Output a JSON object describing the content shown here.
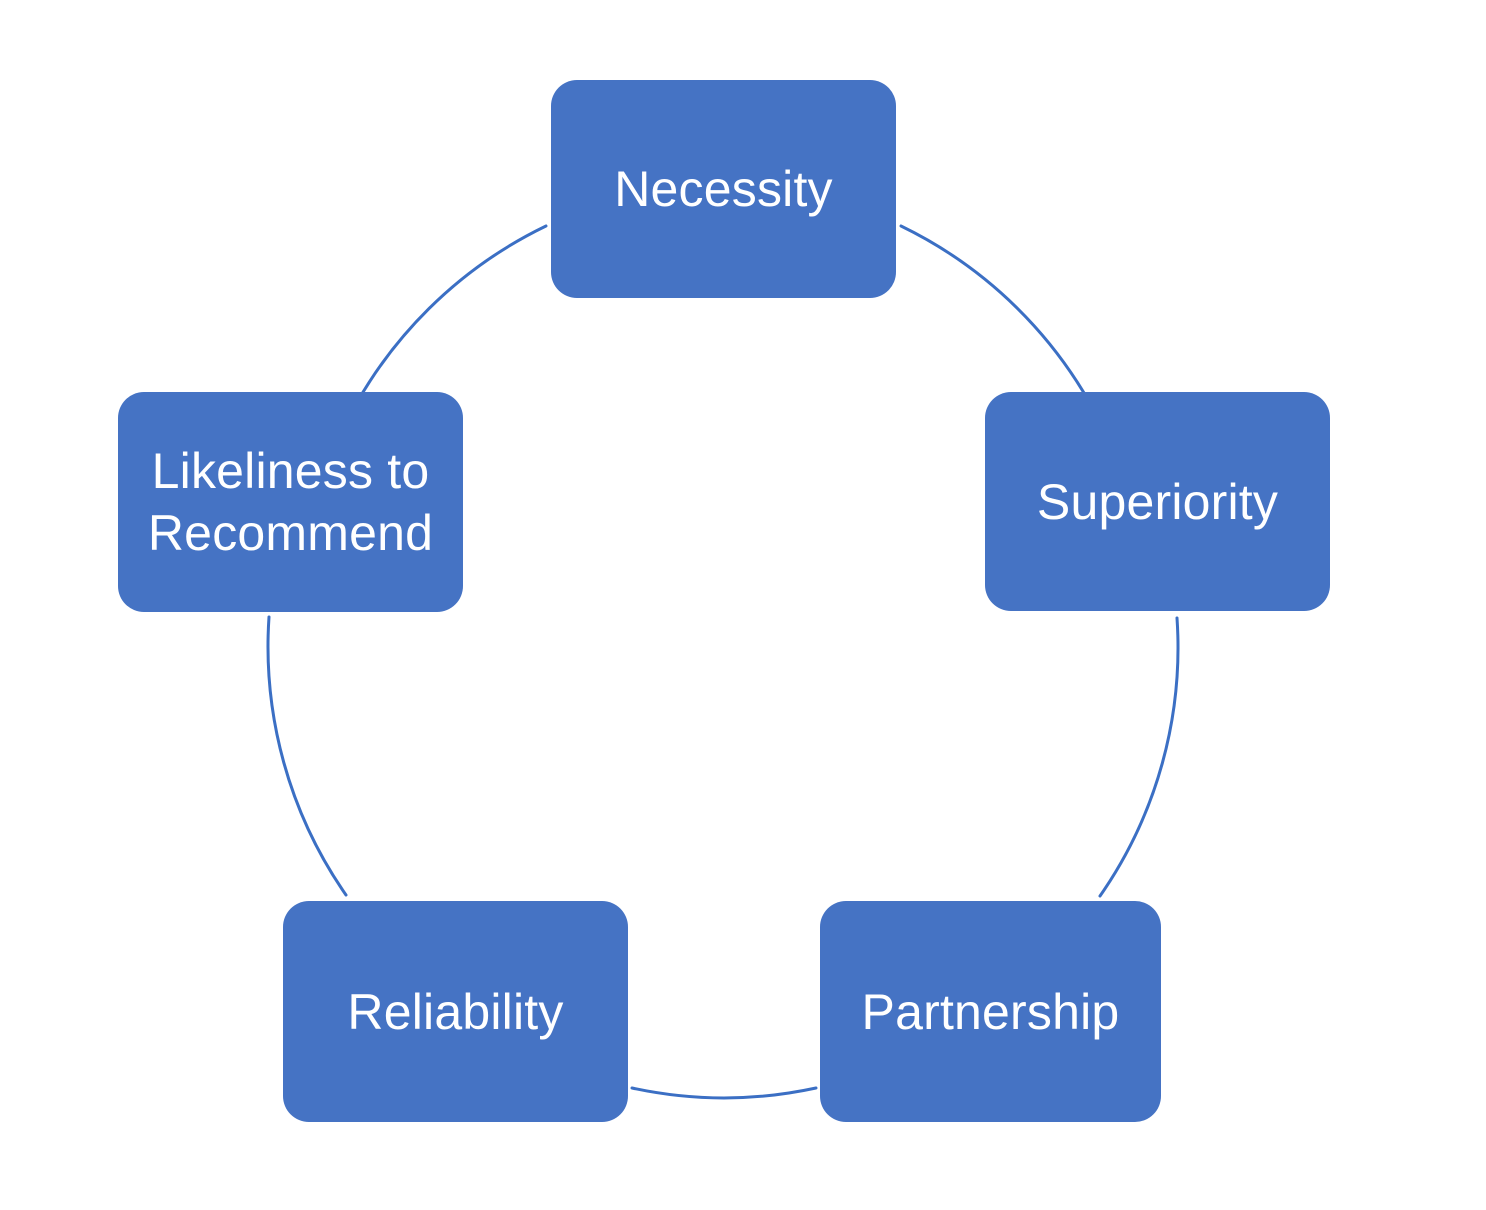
{
  "diagram": {
    "type": "cycle",
    "title": "",
    "shape": "circle-of-rounded-rectangles",
    "node_fill_color": "#4573C4",
    "node_text_color": "#FFFFFF",
    "ring_stroke_color": "#3B6FC4",
    "background_color": "#FFFFFF",
    "nodes": [
      {
        "label": "Necessity",
        "position": "top"
      },
      {
        "label": "Superiority",
        "position": "right"
      },
      {
        "label": "Partnership",
        "position": "bottom-right"
      },
      {
        "label": "Reliability",
        "position": "bottom-left"
      },
      {
        "label": "Likeliness to\nRecommend",
        "position": "left"
      }
    ],
    "connector_arcs": [
      {
        "from": "Necessity",
        "to": "Superiority"
      },
      {
        "from": "Superiority",
        "to": "Partnership"
      },
      {
        "from": "Partnership",
        "to": "Reliability"
      },
      {
        "from": "Reliability",
        "to": "Likeliness to Recommend"
      },
      {
        "from": "Likeliness to Recommend",
        "to": "Necessity"
      }
    ]
  }
}
